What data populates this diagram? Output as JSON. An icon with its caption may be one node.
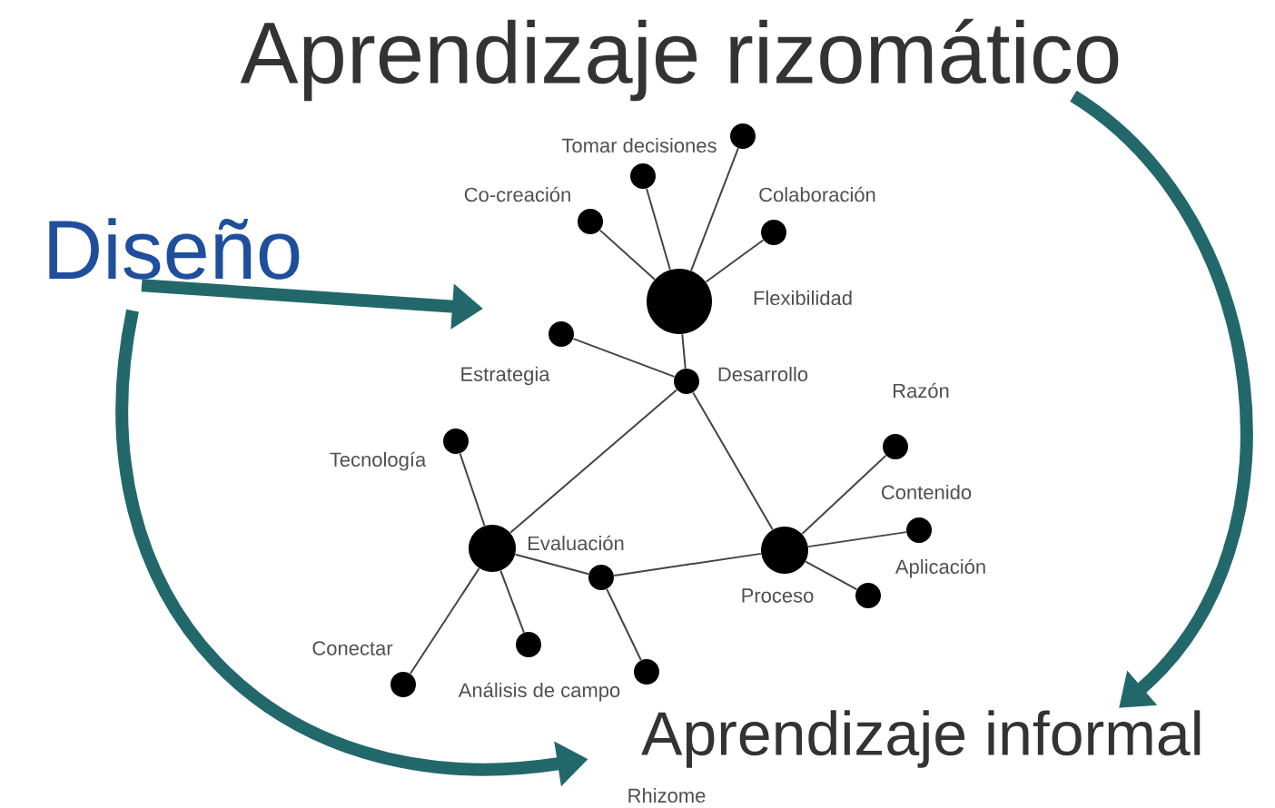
{
  "diagram": {
    "nodes": [
      {
        "text": [],
        "shape": "circle"
      },
      {
        "text": [],
        "shape": "circle"
      },
      {
        "text": [],
        "shape": "circle"
      },
      {
        "text": [],
        "shape": "circle"
      },
      {
        "text": [],
        "shape": "circle"
      },
      {
        "text": [],
        "shape": "circle"
      },
      {
        "text": [],
        "shape": "circle"
      },
      {
        "text": [],
        "shape": "circle"
      },
      {
        "text": [],
        "shape": "circle"
      },
      {
        "text": [],
        "shape": "circle"
      },
      {
        "text": [],
        "shape": "circle"
      },
      {
        "text": [],
        "shape": "circle"
      },
      {
        "text": [],
        "shape": "circle"
      },
      {
        "text": [],
        "shape": "circle"
      },
      {
        "text": [],
        "shape": "circle"
      },
      {
        "text": [],
        "shape": "circle"
      },
      {
        "text": [],
        "shape": "circle"
      },
      {
        "text": [
          "Aprendizaje rizomático"
        ]
      },
      {
        "text": [
          "Diseño"
        ]
      },
      {
        "text": [
          "Aprendizaje informal"
        ]
      }
    ],
    "edges": [
      {
        "from": 4,
        "to": 0,
        "arrow": "none"
      },
      {
        "from": 4,
        "to": 1,
        "arrow": "none"
      },
      {
        "from": 4,
        "to": 2,
        "arrow": "none"
      },
      {
        "from": 4,
        "to": 3,
        "arrow": "none"
      },
      {
        "from": 4,
        "to": 6,
        "arrow": "none"
      },
      {
        "from": 5,
        "to": 6,
        "arrow": "none"
      },
      {
        "from": 6,
        "to": 8,
        "arrow": "none"
      },
      {
        "from": 6,
        "to": 10,
        "arrow": "none"
      },
      {
        "from": 8,
        "to": 7,
        "arrow": "none"
      },
      {
        "from": 8,
        "to": 9,
        "arrow": "none"
      },
      {
        "from": 9,
        "to": 10,
        "arrow": "none"
      },
      {
        "from": 8,
        "to": 16,
        "arrow": "none"
      },
      {
        "from": 8,
        "to": 14,
        "arrow": "none"
      },
      {
        "from": 9,
        "to": 15,
        "arrow": "none"
      },
      {
        "from": 10,
        "to": 11,
        "arrow": "none"
      },
      {
        "from": 10,
        "to": 12,
        "arrow": "none"
      },
      {
        "from": 10,
        "to": 13,
        "arrow": "none"
      },
      {
        "from": 18,
        "to": null,
        "arrow": "to",
        "style": "thick",
        "color": "#22686b"
      },
      {
        "from": 18,
        "to": 19,
        "arrow": "to",
        "style": "thick",
        "color": "#22686b"
      },
      {
        "from": 17,
        "to": 19,
        "arrow": "to",
        "style": "thick",
        "color": "#22686b"
      }
    ],
    "labels": [
      "Tomar decisiones",
      "Co-creación",
      "Colaboración",
      "Flexibilidad",
      "Desarrollo",
      "Estrategia",
      "Razón",
      "Tecnología",
      "Contenido",
      "Evaluación",
      "Aplicación",
      "Proceso",
      "Conectar",
      "Análisis de campo",
      "Rhizome"
    ]
  }
}
